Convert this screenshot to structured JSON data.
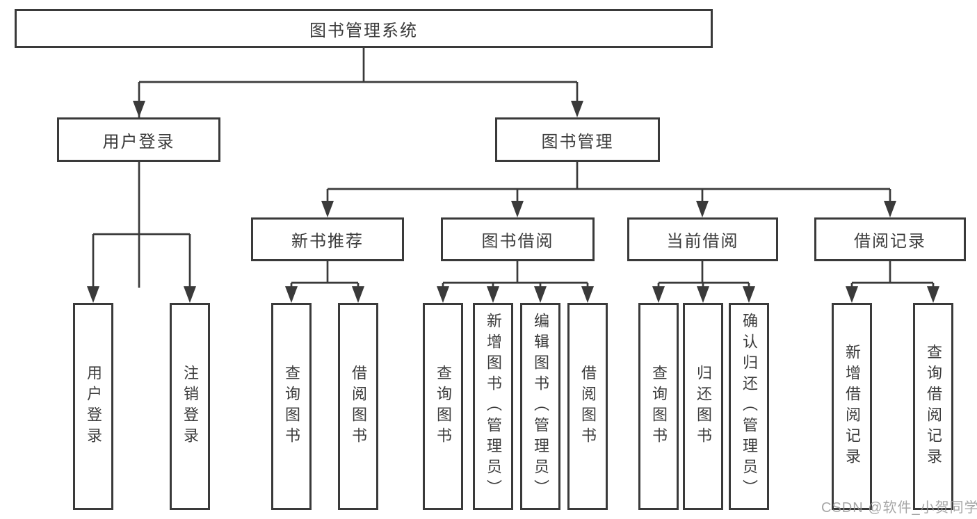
{
  "diagram": {
    "title": "图书管理系统",
    "level2": [
      "用户登录",
      "图书管理"
    ],
    "level3": [
      "新书推荐",
      "图书借阅",
      "当前借阅",
      "借阅记录"
    ],
    "leaves": [
      "用户登录",
      "注销登录",
      "查询图书",
      "借阅图书",
      "查询图书",
      "新增图书（管理员）",
      "编辑图书（管理员）",
      "借阅图书",
      "查询图书",
      "归还图书",
      "确认归还（管理员）",
      "新增借阅记录",
      "查询借阅记录"
    ],
    "watermark": "CSDN @软件_小贺同学",
    "colors": {
      "line": "#3a3a3a",
      "text": "#3c3c3c",
      "background": "#ffffff",
      "watermark": "#969696"
    }
  }
}
